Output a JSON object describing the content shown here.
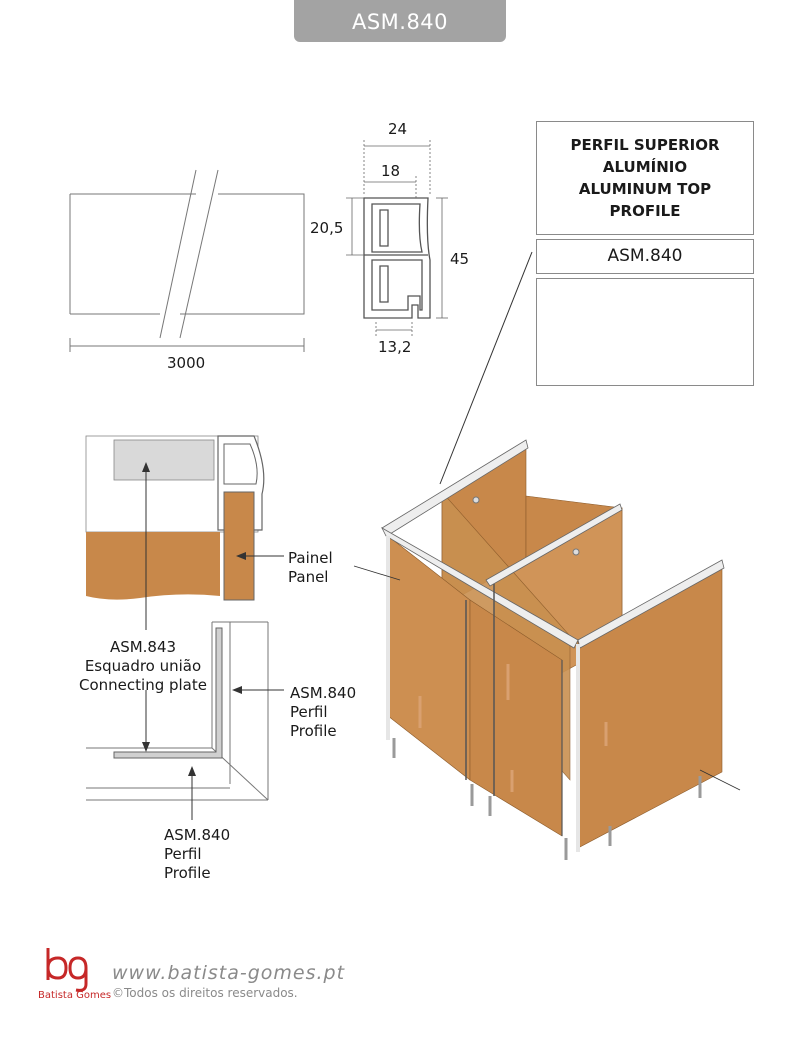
{
  "header": {
    "code": "ASM.840"
  },
  "dimensions": {
    "length": "3000",
    "width_top": "24",
    "width_inner": "18",
    "height_upper": "20,5",
    "height_total": "45",
    "width_bottom": "13,2"
  },
  "product_box": {
    "title_line1": "PERFIL SUPERIOR",
    "title_line2": "ALUMÍNIO",
    "title_line3": "ALUMINUM TOP",
    "title_line4": "PROFILE",
    "code": "ASM.840"
  },
  "callouts": {
    "panel_pt": "Painel",
    "panel_en": "Panel",
    "connector_code": "ASM.843",
    "connector_pt": "Esquadro união",
    "connector_en": "Connecting plate",
    "profile_right_code": "ASM.840",
    "profile_right_pt": "Perfil",
    "profile_right_en": "Profile",
    "profile_bottom_code": "ASM.840",
    "profile_bottom_pt": "Perfil",
    "profile_bottom_en": "Profile"
  },
  "footer": {
    "brand_name": "Batista Gomes",
    "website": "www.batista-gomes.pt",
    "copyright": "©Todos os direitos reservados."
  },
  "colors": {
    "wood": "#c8884a",
    "wood_dark": "#b87838",
    "aluminum": "#b9bcbb",
    "header_gray": "#a3a3a3",
    "logo_red": "#c62828"
  }
}
